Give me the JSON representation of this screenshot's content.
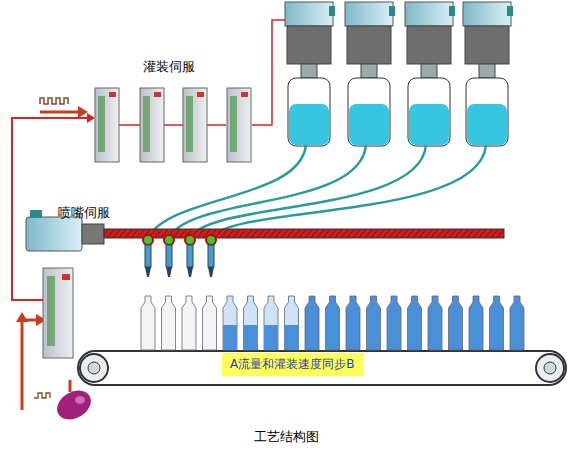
{
  "diagram": {
    "caption": "工艺结构图",
    "nodes": [
      {
        "text": [
          "灌装伺服"
        ]
      },
      {
        "text": [
          "喷嘴伺服"
        ]
      },
      {
        "text": [
          "A流量和灌装速度同步B"
        ]
      }
    ],
    "edges": [
      {
        "from": 1,
        "to": 0,
        "arrow": "to"
      }
    ]
  }
}
